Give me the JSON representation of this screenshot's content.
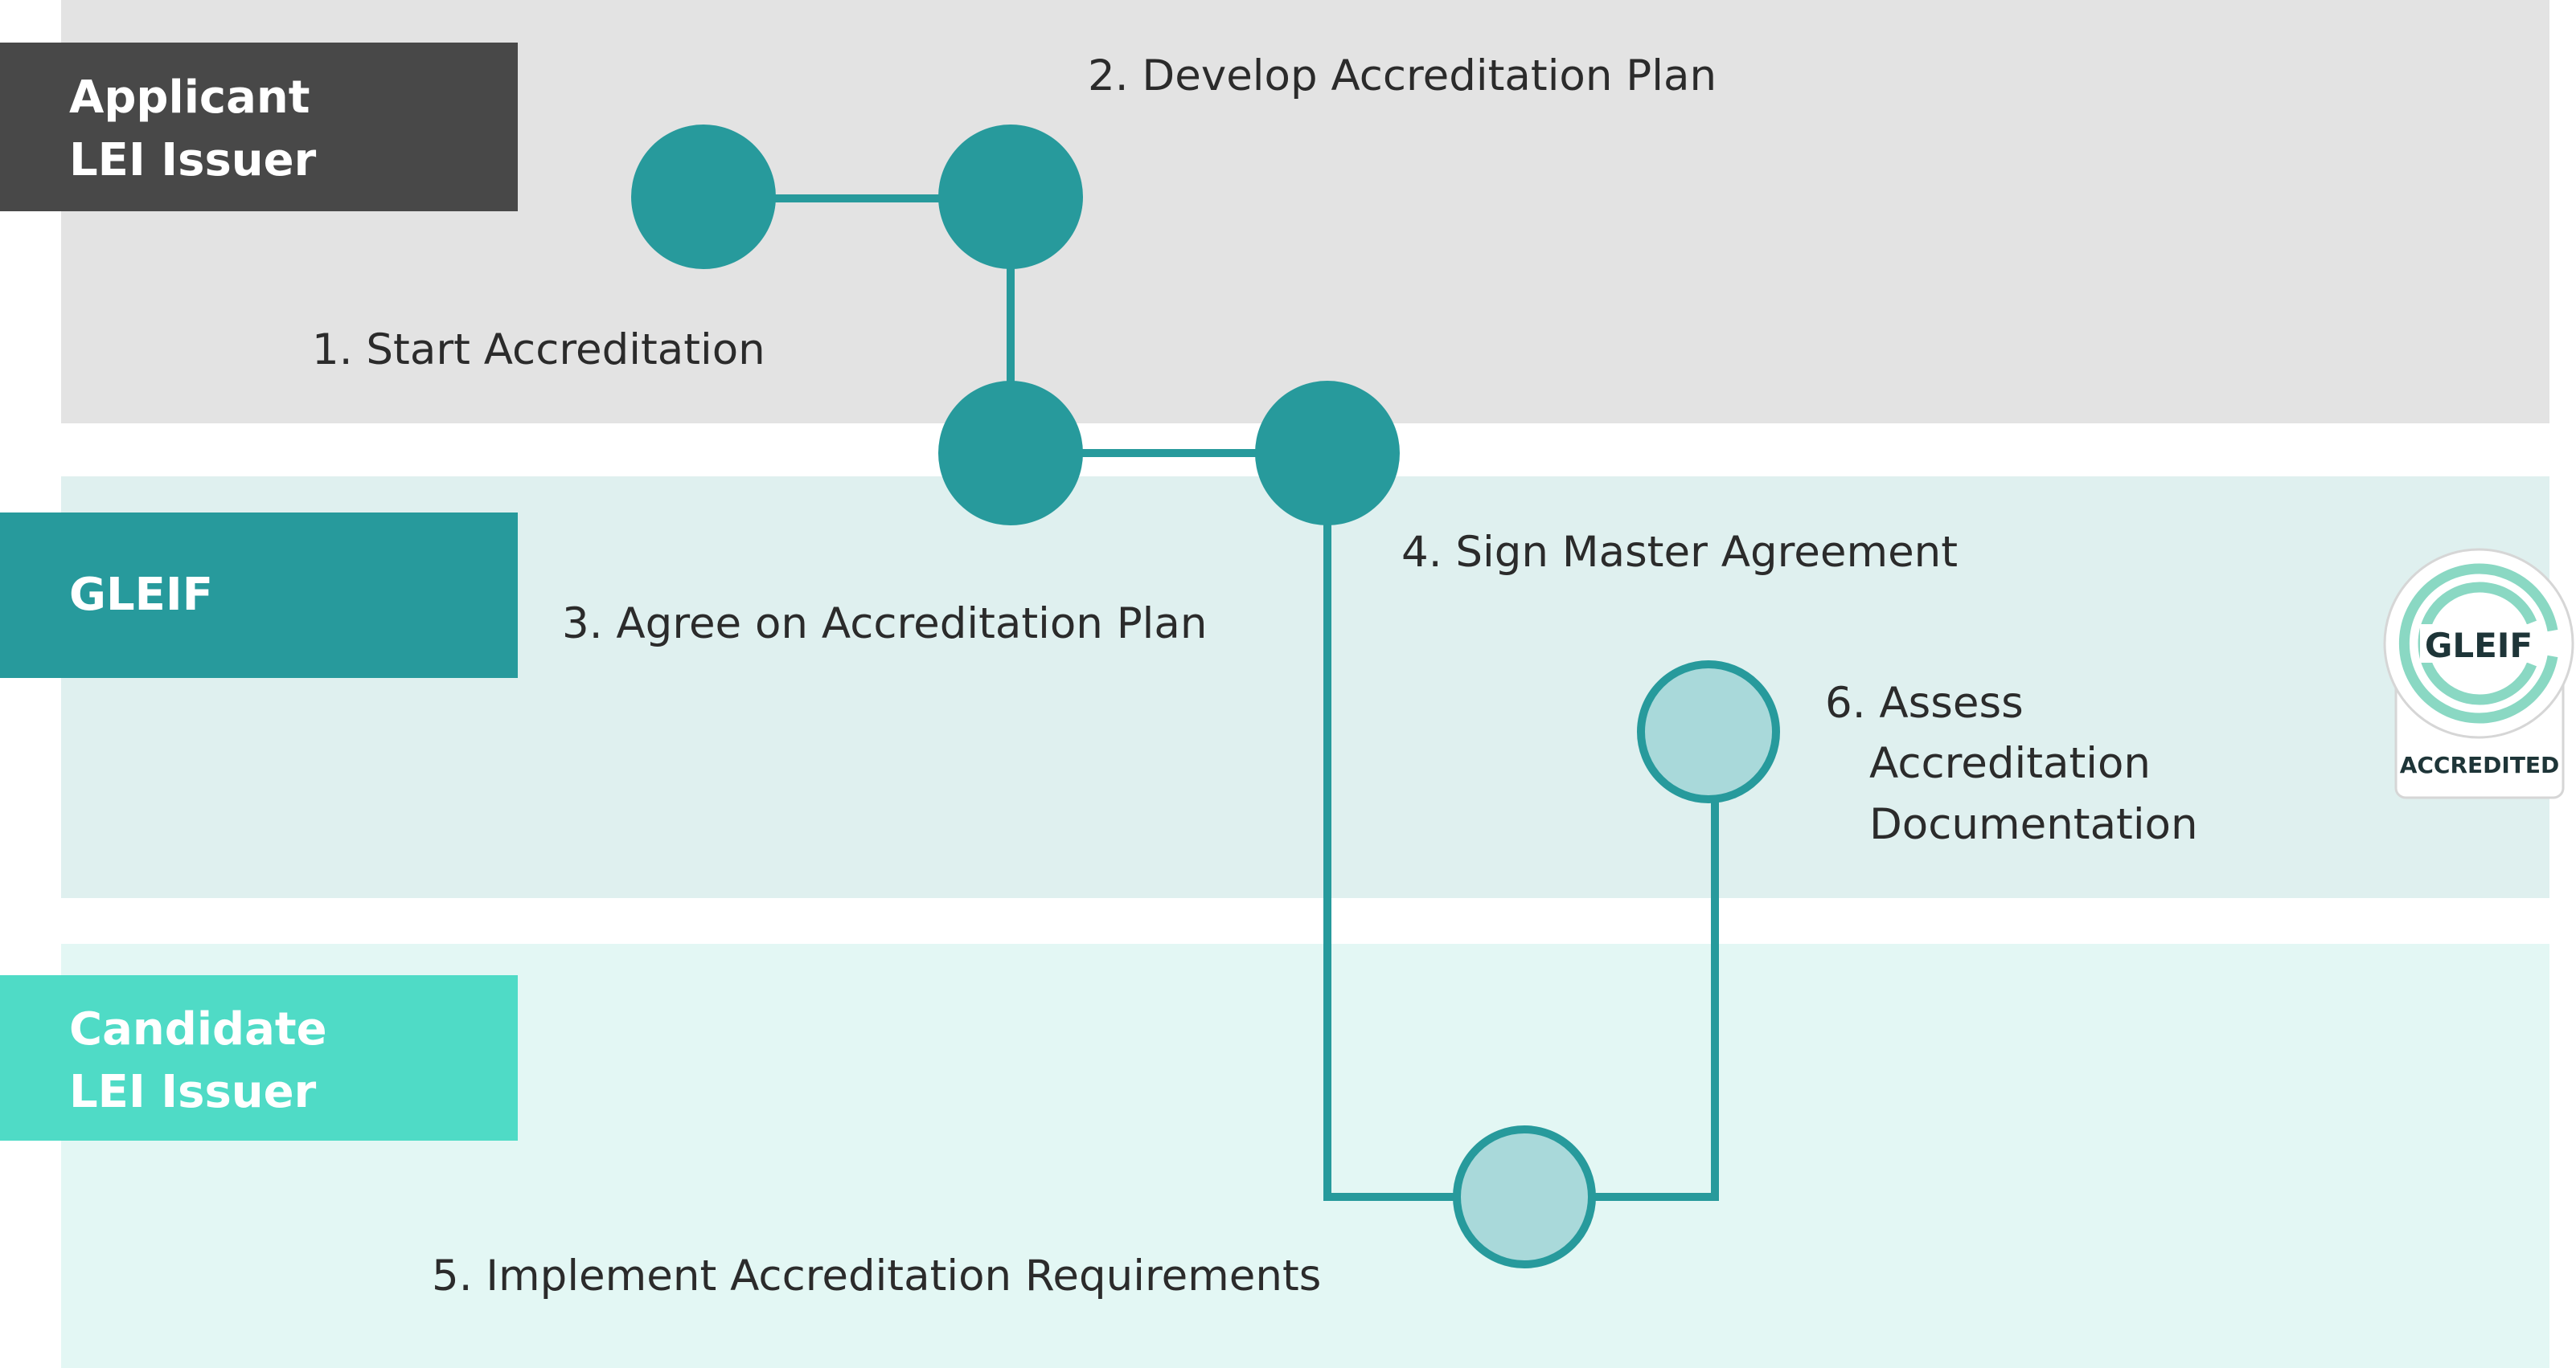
{
  "lanes": [
    {
      "label_line1": "Applicant",
      "label_line2": "LEI Issuer",
      "color": "#484848",
      "background": "#e3e3e3"
    },
    {
      "label_line1": "GLEIF",
      "color": "#279a9c",
      "background": "#dff0ef"
    },
    {
      "label_line1": "Candidate",
      "label_line2": "LEI Issuer",
      "color": "#4fdbc6",
      "background": "#e3f7f4"
    }
  ],
  "steps": {
    "s1": "1. Start Accreditation",
    "s2": "2. Develop Accreditation Plan",
    "s3": "3. Agree on Accreditation Plan",
    "s4": "4. Sign Master Agreement",
    "s5": "5. Implement Accreditation Requirements",
    "s6_line1": "6. Assess",
    "s6_line2": "Accreditation",
    "s6_line3": "Documentation"
  },
  "badge": {
    "brand": "GLEIF",
    "status": "ACCREDITED"
  },
  "colors": {
    "teal": "#279a9c",
    "pending_fill": "#a9d9da",
    "badge_ring": "#8ad8c3"
  }
}
